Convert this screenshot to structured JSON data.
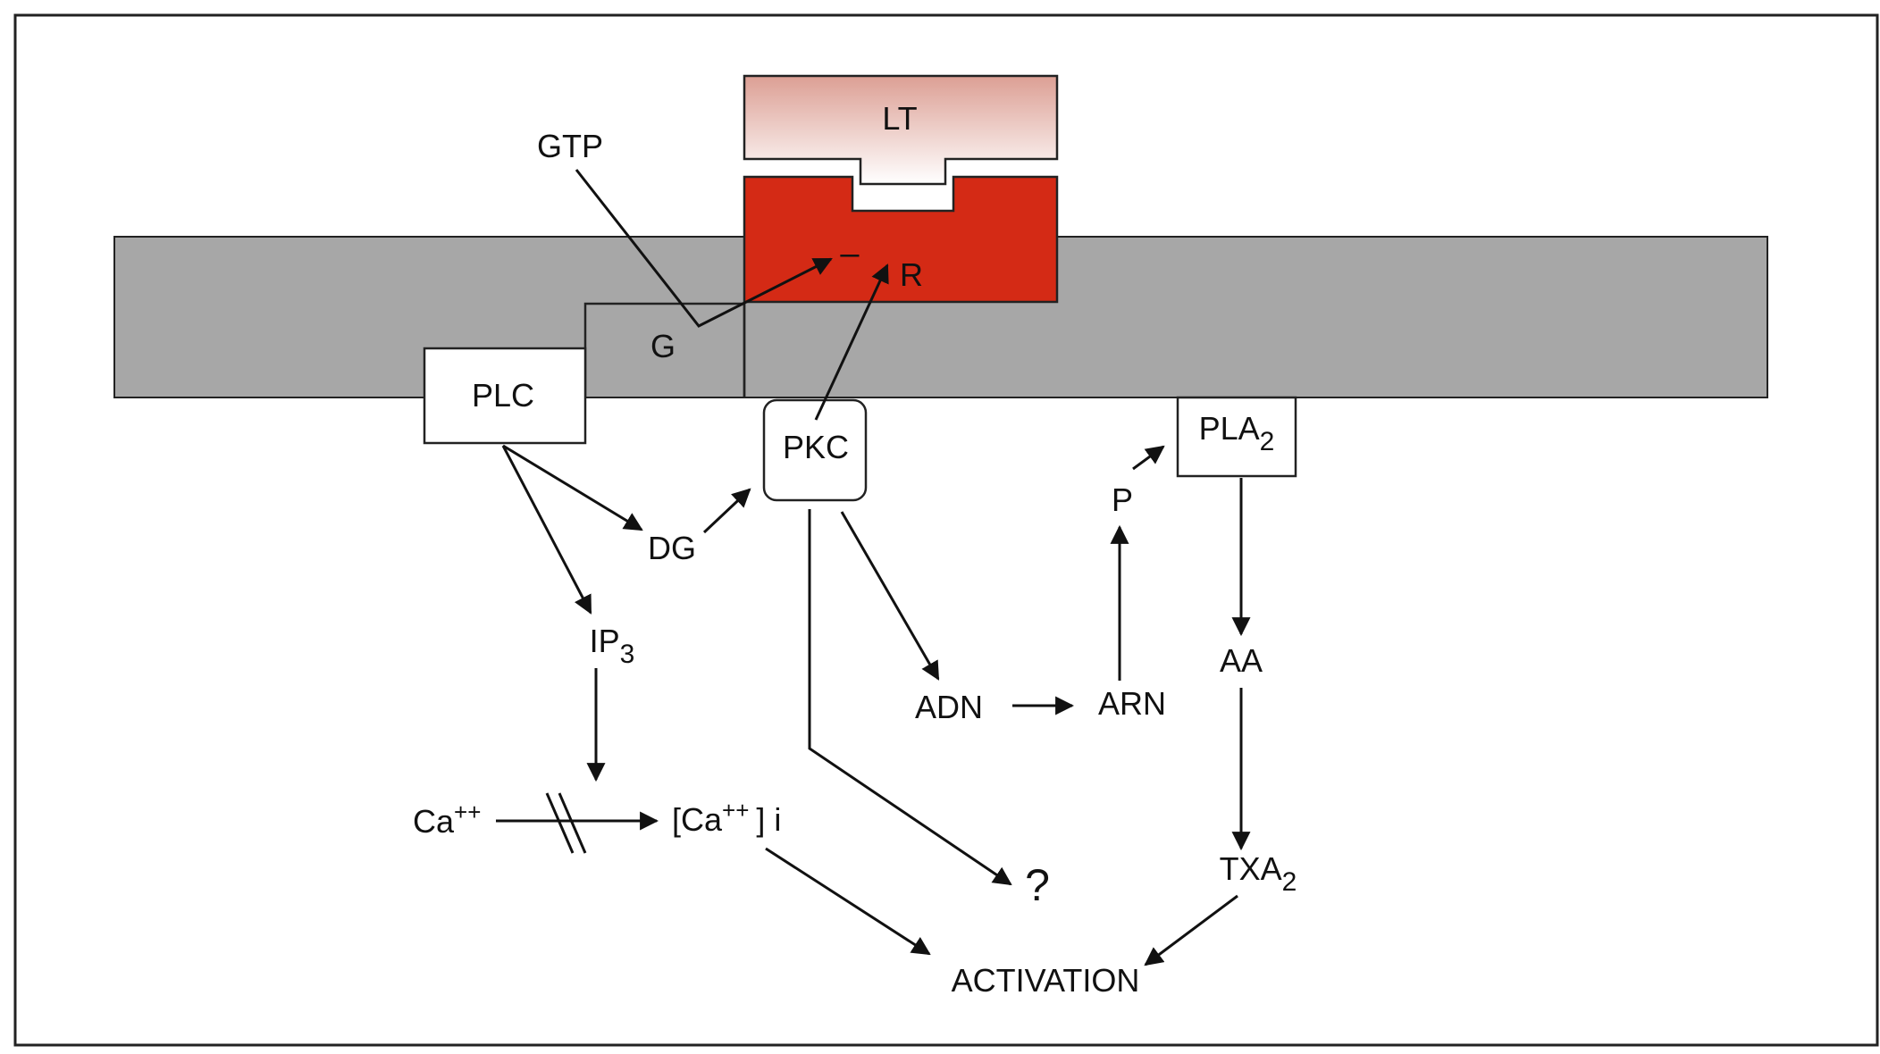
{
  "labels": {
    "lt": "LT",
    "gtp": "GTP",
    "minus": "–",
    "r": "R",
    "g": "G",
    "plc": "PLC",
    "pkc": "PKC",
    "pla_base": "PLA",
    "pla_sub": "2",
    "dg": "DG",
    "ip_base": "IP",
    "ip_sub": "3",
    "p": "P",
    "adn": "ADN",
    "arn": "ARN",
    "aa": "AA",
    "ca_base": "Ca",
    "ca_sup": "++",
    "cai_open": "[Ca",
    "cai_sup": "++",
    "cai_close": "] i",
    "question": "?",
    "txa_base": "TXA",
    "txa_sub": "2",
    "activation": "ACTIVATION"
  },
  "colors": {
    "membrane": "#a7a7a7",
    "receptor": "#d42a15",
    "ligand_top": "#dc9f94",
    "ligand_bottom": "#ffffff",
    "ink": "#111111"
  }
}
